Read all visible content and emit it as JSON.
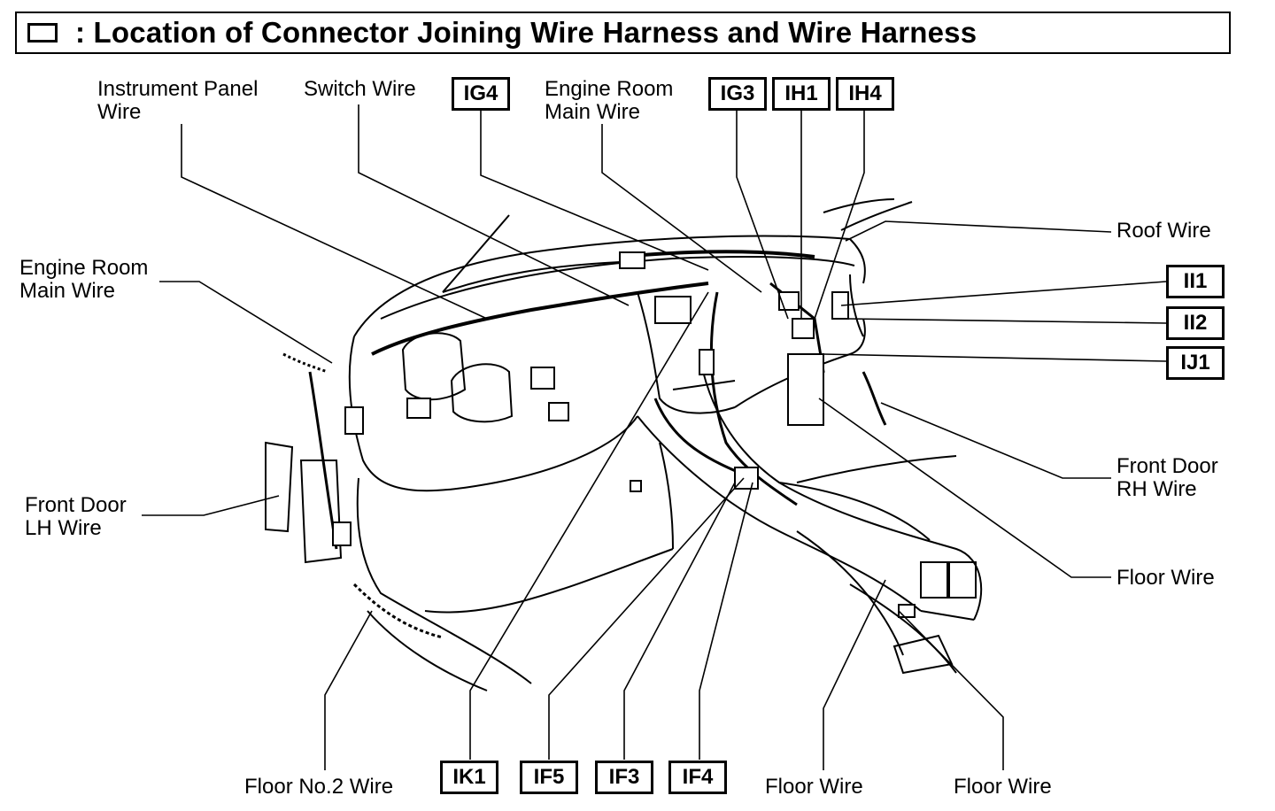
{
  "title": {
    "icon": "square-box-icon",
    "text": ": Location of Connector Joining Wire Harness and Wire Harness"
  },
  "wire_labels": [
    {
      "id": "instrument-panel-wire",
      "lines": [
        "Instrument Panel",
        "Wire"
      ]
    },
    {
      "id": "switch-wire",
      "lines": [
        "Switch Wire"
      ]
    },
    {
      "id": "engine-room-main-wire-top",
      "lines": [
        "Engine Room",
        "Main Wire"
      ]
    },
    {
      "id": "engine-room-main-wire-left",
      "lines": [
        "Engine Room",
        "Main Wire"
      ]
    },
    {
      "id": "roof-wire",
      "lines": [
        "Roof Wire"
      ]
    },
    {
      "id": "front-door-lh-wire",
      "lines": [
        "Front Door",
        "LH Wire"
      ]
    },
    {
      "id": "front-door-rh-wire",
      "lines": [
        "Front Door",
        "RH Wire"
      ]
    },
    {
      "id": "floor-wire-right",
      "lines": [
        "Floor Wire"
      ]
    },
    {
      "id": "floor-no2-wire",
      "lines": [
        "Floor No.2 Wire"
      ]
    },
    {
      "id": "floor-wire-bottom-1",
      "lines": [
        "Floor Wire"
      ]
    },
    {
      "id": "floor-wire-bottom-2",
      "lines": [
        "Floor Wire"
      ]
    }
  ],
  "connectors": [
    "IG4",
    "IG3",
    "IH1",
    "IH4",
    "II1",
    "II2",
    "IJ1",
    "IK1",
    "IF5",
    "IF3",
    "IF4"
  ]
}
